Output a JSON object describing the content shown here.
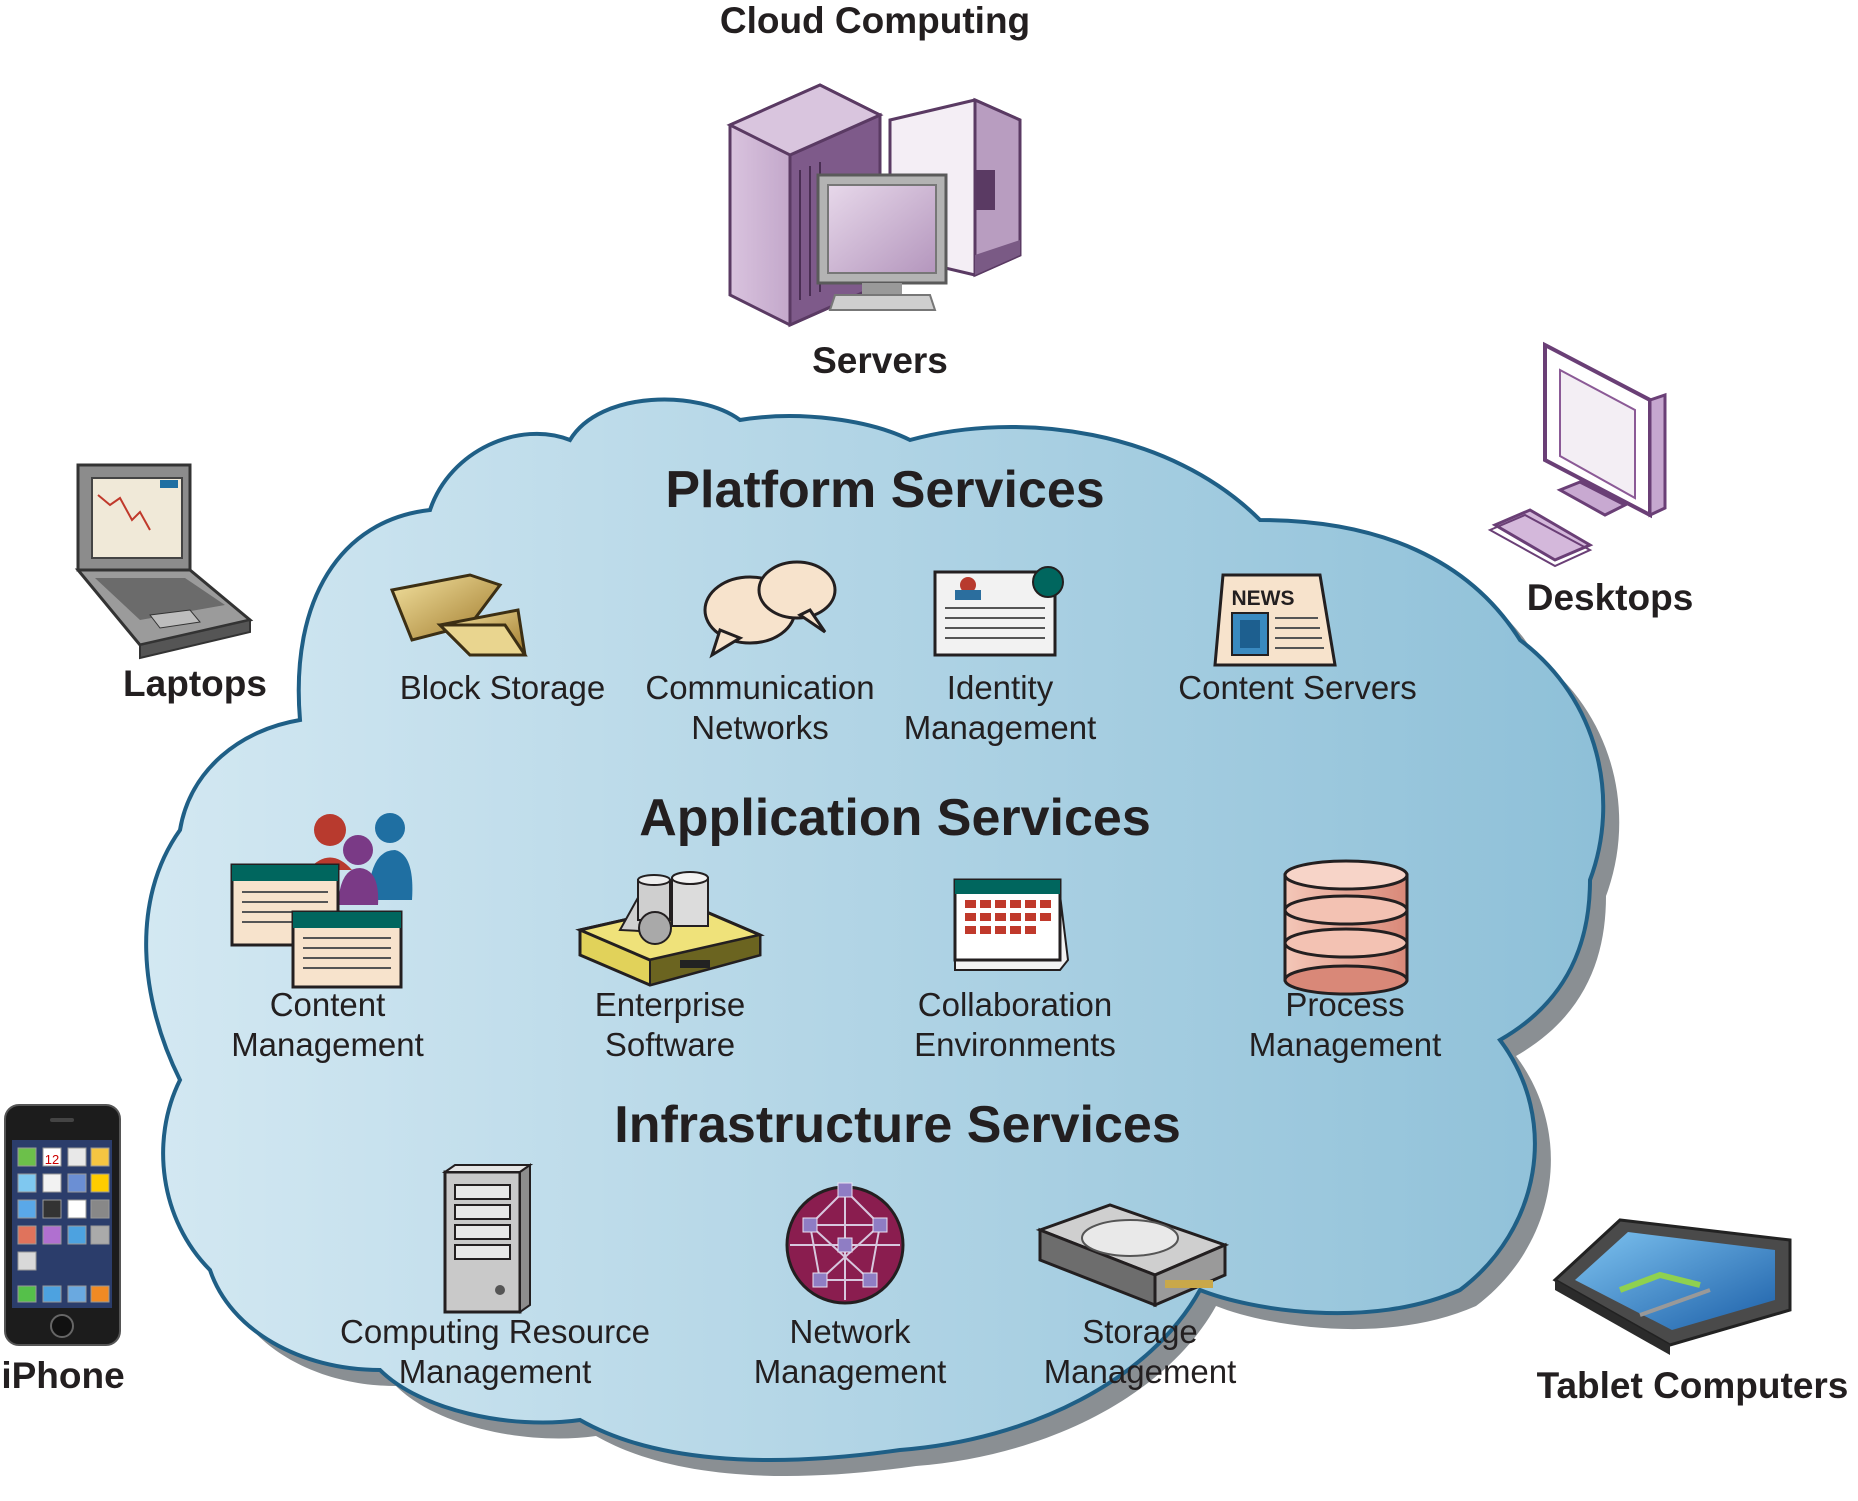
{
  "title": "Cloud Computing",
  "devices": {
    "servers": "Servers",
    "desktops": "Desktops",
    "laptops": "Laptops",
    "iphone": "iPhone",
    "tablets": "Tablet Computers"
  },
  "sections": {
    "platform": {
      "title": "Platform Services",
      "items": [
        {
          "line1": "Block Storage",
          "line2": "",
          "icon": "folders-icon"
        },
        {
          "line1": "Communication",
          "line2": "Networks",
          "icon": "speech-bubbles-icon"
        },
        {
          "line1": "Identity",
          "line2": "Management",
          "icon": "id-card-icon"
        },
        {
          "line1": "Content Servers",
          "line2": "",
          "icon": "newspaper-icon"
        }
      ]
    },
    "application": {
      "title": "Application Services",
      "items": [
        {
          "line1": "Content",
          "line2": "Management",
          "icon": "people-windows-icon"
        },
        {
          "line1": "Enterprise",
          "line2": "Software",
          "icon": "software-box-icon"
        },
        {
          "line1": "Collaboration",
          "line2": "Environments",
          "icon": "calendar-icon"
        },
        {
          "line1": "Process",
          "line2": "Management",
          "icon": "database-icon"
        }
      ]
    },
    "infrastructure": {
      "title": "Infrastructure Services",
      "items": [
        {
          "line1": "Computing Resource",
          "line2": "Management",
          "icon": "server-tower-icon"
        },
        {
          "line1": "Network",
          "line2": "Management",
          "icon": "network-globe-icon"
        },
        {
          "line1": "Storage",
          "line2": "Management",
          "icon": "hard-drive-icon"
        }
      ]
    }
  },
  "iphone_screen": {
    "calendar_day": "12"
  },
  "newspaper_text": "NEWS",
  "colors": {
    "cloud_fill_light": "#cfe4ef",
    "cloud_fill_dark": "#8fc0d8",
    "cloud_outline": "#1f5f86",
    "cloud_shadow": "#8a8f93",
    "server_purple": "#8b5a96",
    "text": "#231f20"
  }
}
